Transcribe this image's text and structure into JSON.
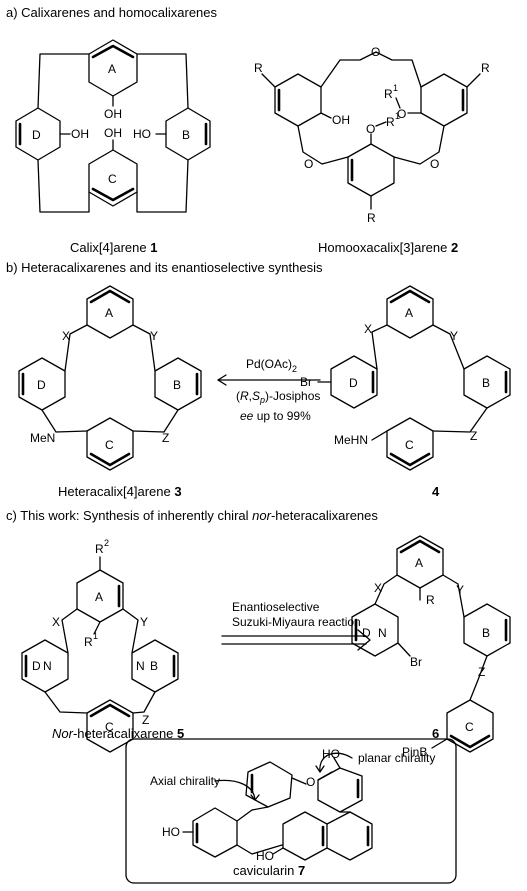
{
  "sections": {
    "a": "a) Calixarenes and homocalixarenes",
    "b": "b) Heteracalixarenes and its enantioselective synthesis",
    "c_prefix": "c) This work: Synthesis of inherently chiral ",
    "c_italic": "nor",
    "c_suffix": "-heteracalixarenes"
  },
  "captions": {
    "c1_text": "Calix[4]arene ",
    "c1_num": "1",
    "c2_text": "Homooxacalix[3]arene ",
    "c2_num": "2",
    "c3_text": "Heteracalix[4]arene ",
    "c3_num": "3",
    "c4_num": "4",
    "c5_italic": "Nor",
    "c5_text": "-heteracalixarene ",
    "c5_num": "5",
    "c6_num": "6",
    "c7_text": "cavicularin ",
    "c7_num": "7"
  },
  "rings": {
    "A": "A",
    "B": "B",
    "C": "C",
    "D": "D"
  },
  "atoms": {
    "OH": "OH",
    "HO": "HO",
    "O": "O",
    "R": "R",
    "R1": "R",
    "sup1": "1",
    "R2": "R",
    "sup2": "2",
    "X": "X",
    "Y": "Y",
    "Z": "Z",
    "N": "N",
    "MeN": "MeN",
    "MeHN": "MeHN",
    "Br": "Br",
    "PinB": "PinB"
  },
  "conditions": {
    "pd_main": "Pd(OAc)",
    "pd_sub": "2",
    "josiphos_open": "(",
    "josiphos_R": "R",
    "josiphos_comma": ",",
    "josiphos_S": "S",
    "josiphos_p": "p",
    "josiphos_close": ")-Josiphos",
    "ee_italic": "ee",
    "ee_text": " up to 99%",
    "suzuki_1": "Enantioselective",
    "suzuki_2": "Suzuki-Miyaura reaction"
  },
  "annotations": {
    "planar": "planar chirality",
    "axial": "Axial chirality"
  }
}
